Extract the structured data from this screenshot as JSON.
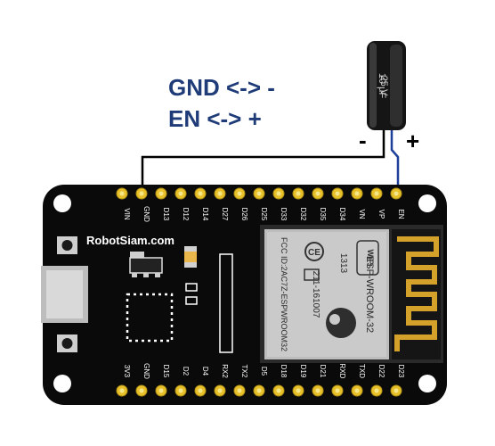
{
  "notes": [
    "GND <-> -",
    "EN <-> +"
  ],
  "capacitor": {
    "value_label": "10 μF",
    "voltage_label": "25 V",
    "negative_label": "-",
    "positive_label": "+"
  },
  "board": {
    "brand": "RobotSiam.com",
    "top_pins": [
      "VIN",
      "GND",
      "D13",
      "D12",
      "D14",
      "D27",
      "D26",
      "D25",
      "D33",
      "D32",
      "D35",
      "D34",
      "VN",
      "VP",
      "EN"
    ],
    "bottom_pins": [
      "3V3",
      "GND",
      "D15",
      "D2",
      "D4",
      "RX2",
      "TX2",
      "D5",
      "D18",
      "D19",
      "D21",
      "RXD",
      "TXD",
      "D22",
      "D23"
    ],
    "module": {
      "model": "ESP-WROOM-32",
      "fcc_id": "FCC ID:2AC7Z-ESPWROOM32",
      "code": "211-161007",
      "number": "1313",
      "wifi": "WiFi",
      "ce": "CE"
    }
  },
  "colors": {
    "note_text": "#1f3b78",
    "board": "#0a0a0a",
    "pin": "#e8c12a",
    "gnd_wire": "#000000",
    "en_wire": "#1e3f9a"
  }
}
